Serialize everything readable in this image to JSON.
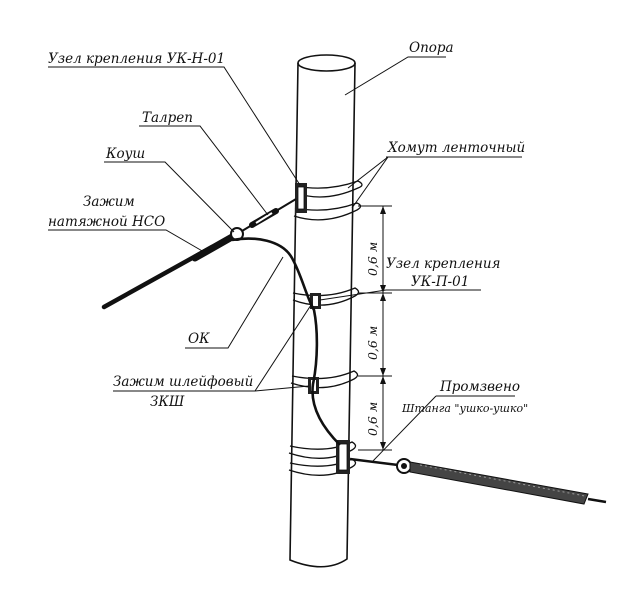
{
  "labels": {
    "uk_n": "Узел крепления УК-Н-01",
    "opora": "Опора",
    "talrep": "Талреп",
    "koush": "Коуш",
    "homut": "Хомут ленточный",
    "zazhim_nso_line1": "Зажим",
    "zazhim_nso_line2": "натяжной НСО",
    "uk_p_line1": "Узел крепления",
    "uk_p_line2": "УК-П-01",
    "ok": "ОК",
    "zksh_line1": "Зажим шлейфовый",
    "zksh_line2": "ЗКШ",
    "promzveno": "Промзвено",
    "shtanga": "Штанга \"ушко-ушко\""
  },
  "dimensions": [
    "0,6 м",
    "0,6 м",
    "0,6 м"
  ],
  "colors": {
    "ink": "#111111",
    "background": "#ffffff"
  }
}
